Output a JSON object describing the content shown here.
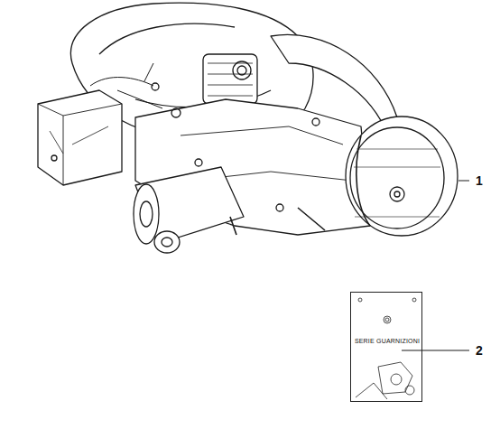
{
  "diagram": {
    "nodes": [
      {
        "text": [
          "SERIE GUARNIZIONI"
        ]
      }
    ],
    "labels": [
      "1",
      "2"
    ]
  }
}
